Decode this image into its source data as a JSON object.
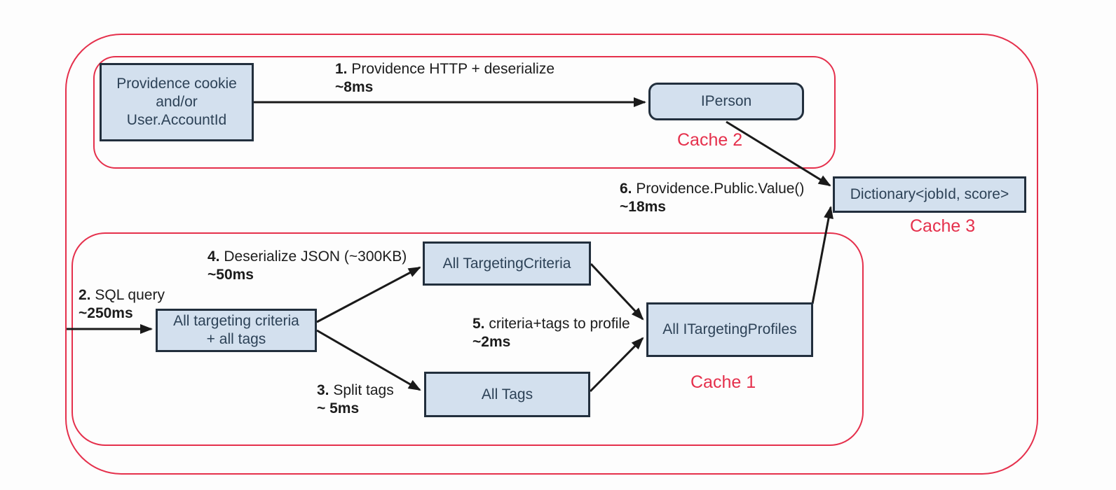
{
  "diagram": {
    "title": "Targeting cache pipeline diagram",
    "colors": {
      "accent_red": "#e5304c",
      "node_fill": "#d3e0ee",
      "node_border": "#222f3d",
      "node_text": "#2d4257",
      "arrow": "#1a1a1a"
    },
    "caches": {
      "cache1": "Cache 1",
      "cache2": "Cache 2",
      "cache3": "Cache 3"
    },
    "nodes": {
      "providence": {
        "lines": [
          "Providence cookie",
          "and/or",
          "User.AccountId"
        ]
      },
      "iperson": {
        "label": "IPerson"
      },
      "dictionary": {
        "label": "Dictionary<jobId, score>"
      },
      "criteria_tags": {
        "lines": [
          "All targeting criteria",
          "+ all tags"
        ]
      },
      "all_targeting_criteria": {
        "label": "All TargetingCriteria"
      },
      "all_tags": {
        "label": "All Tags"
      },
      "profiles": {
        "label": "All ITargetingProfiles"
      }
    },
    "steps": {
      "s1": {
        "num": "1.",
        "text": " Providence HTTP + deserialize",
        "time": "~8ms"
      },
      "s2": {
        "num": "2.",
        "text": " SQL query",
        "time": "~250ms"
      },
      "s3": {
        "num": "3.",
        "text": " Split tags",
        "time": "~ 5ms"
      },
      "s4": {
        "num": "4.",
        "text": " Deserialize JSON (~300KB)",
        "time": "~50ms"
      },
      "s5": {
        "num": "5.",
        "text": " criteria+tags to profile",
        "time": "~2ms"
      },
      "s6": {
        "num": "6.",
        "text": " Providence.Public.Value()",
        "time": "~18ms"
      }
    }
  }
}
